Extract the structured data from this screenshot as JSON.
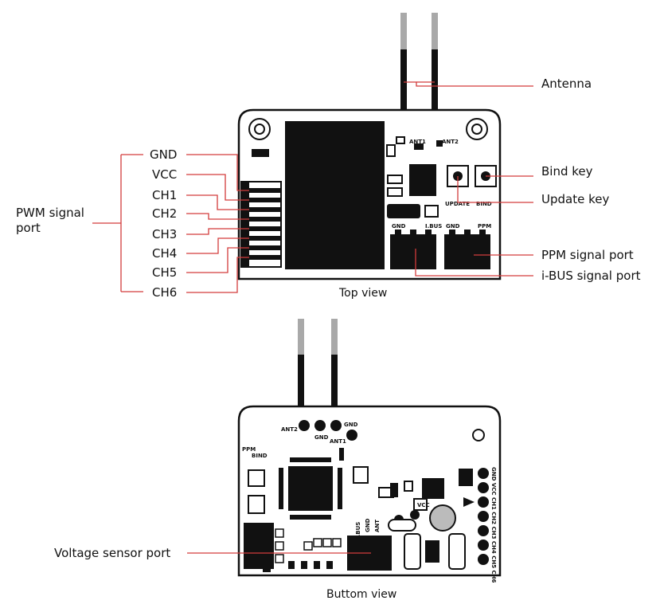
{
  "top_view": {
    "caption": "Top view",
    "callouts": {
      "antenna": "Antenna",
      "bind_key": "Bind key",
      "update_key": "Update key",
      "ppm_port": "PPM signal port",
      "ibus_port": "i-BUS signal port"
    },
    "pwm_group": {
      "line1": "PWM signal",
      "line2": "port"
    },
    "pins": [
      "GND",
      "VCC",
      "CH1",
      "CH2",
      "CH3",
      "CH4",
      "CH5",
      "CH6"
    ],
    "board_text": {
      "ant1": "ANT1",
      "ant2": "ANT2",
      "update": "UPDATE",
      "bind": "BIND",
      "gnd_a": "GND",
      "ibus": "I.BUS",
      "gnd_b": "GND",
      "ppm": "PPM"
    }
  },
  "bottom_view": {
    "caption": "Buttom view",
    "callouts": {
      "voltage_sensor": "Voltage sensor port"
    },
    "board_text": {
      "ant2": "ANT2",
      "gnd1": "GND",
      "ant1": "ANT1",
      "gnd2": "GND",
      "ppm": "PPM",
      "bind": "BIND",
      "vcc": "VCC",
      "ibus": "I.BUS",
      "gnd3": "GND",
      "ant": "ANT",
      "right_header": "GND VCC CH1 CH2 CH3 CH4 CH5 CH6"
    }
  },
  "colors": {
    "callout_line": "#d33c3c",
    "board": "#111111",
    "antenna_tip": "#a9a9a9"
  }
}
